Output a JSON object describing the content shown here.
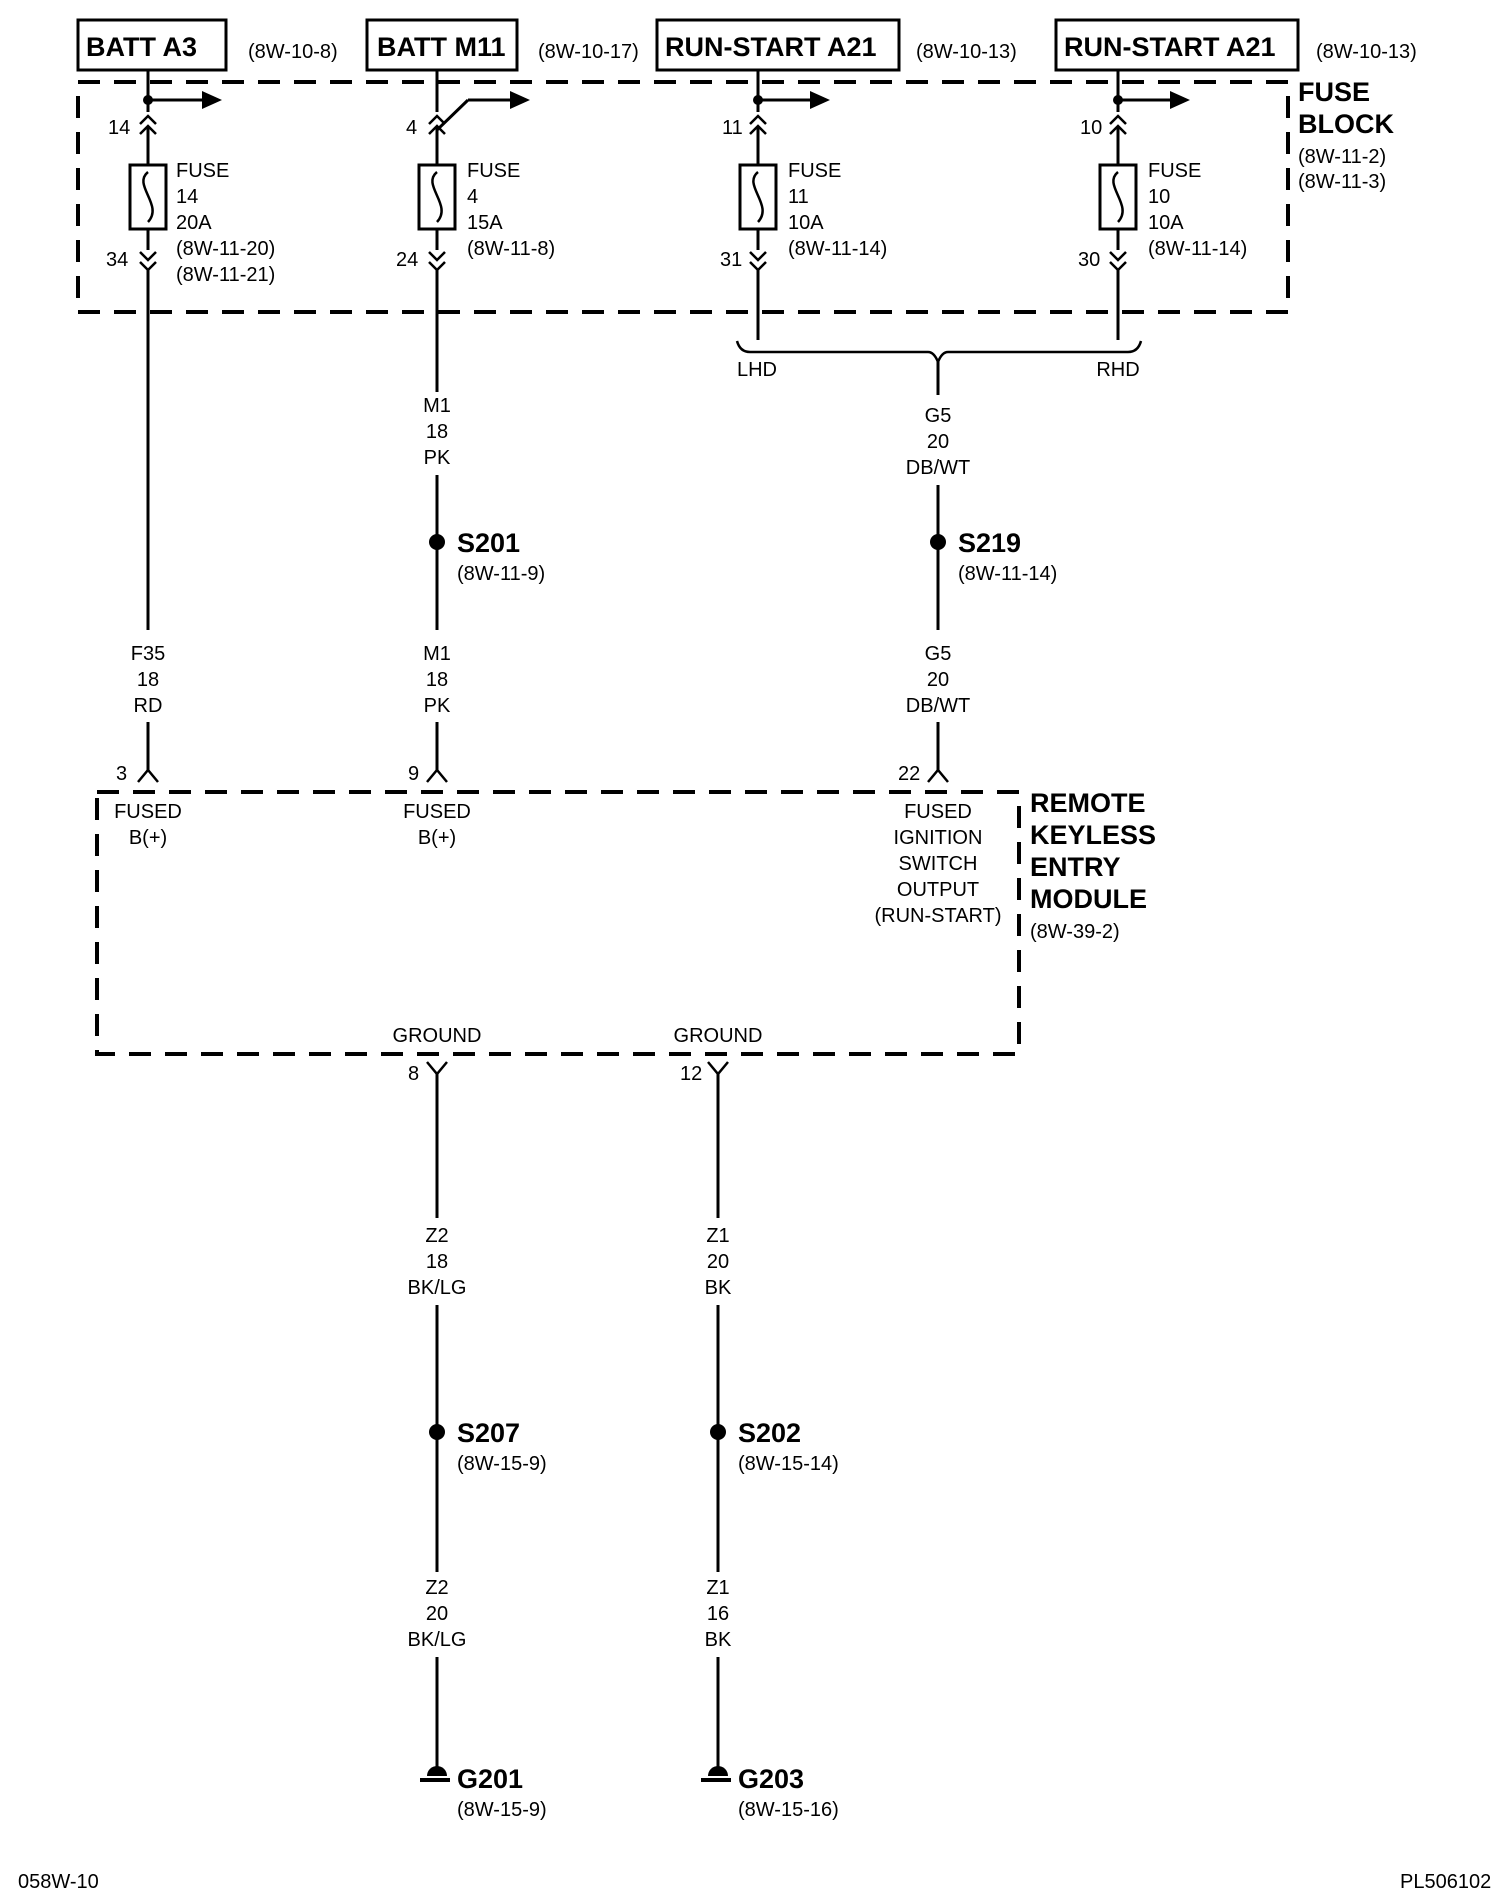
{
  "sources": [
    {
      "name": "BATT A3",
      "ref": "(8W-10-8)"
    },
    {
      "name": "BATT M11",
      "ref": "(8W-10-17)"
    },
    {
      "name": "RUN-START A21",
      "ref": "(8W-10-13)"
    },
    {
      "name": "RUN-START A21",
      "ref": "(8W-10-13)"
    }
  ],
  "fuse_block": {
    "title_1": "FUSE",
    "title_2": "BLOCK",
    "ref_1": "(8W-11-2)",
    "ref_2": "(8W-11-3)",
    "fuses": [
      {
        "pin_in": "14",
        "pin_out": "34",
        "label": "FUSE",
        "number": "14",
        "rating": "20A",
        "ref_1": "(8W-11-20)",
        "ref_2": "(8W-11-21)"
      },
      {
        "pin_in": "4",
        "pin_out": "24",
        "label": "FUSE",
        "number": "4",
        "rating": "15A",
        "ref_1": "(8W-11-8)",
        "ref_2": ""
      },
      {
        "pin_in": "11",
        "pin_out": "31",
        "label": "FUSE",
        "number": "11",
        "rating": "10A",
        "ref_1": "(8W-11-14)",
        "ref_2": ""
      },
      {
        "pin_in": "10",
        "pin_out": "30",
        "label": "FUSE",
        "number": "10",
        "rating": "10A",
        "ref_1": "(8W-11-14)",
        "ref_2": ""
      }
    ]
  },
  "options": {
    "lhd": "LHD",
    "rhd": "RHD"
  },
  "wires": {
    "f35": {
      "circuit": "F35",
      "gauge": "18",
      "color": "RD"
    },
    "m1_upper": {
      "circuit": "M1",
      "gauge": "18",
      "color": "PK"
    },
    "m1_lower": {
      "circuit": "M1",
      "gauge": "18",
      "color": "PK"
    },
    "g5_upper": {
      "circuit": "G5",
      "gauge": "20",
      "color": "DB/WT"
    },
    "g5_lower": {
      "circuit": "G5",
      "gauge": "20",
      "color": "DB/WT"
    },
    "z2_upper": {
      "circuit": "Z2",
      "gauge": "18",
      "color": "BK/LG"
    },
    "z2_lower": {
      "circuit": "Z2",
      "gauge": "20",
      "color": "BK/LG"
    },
    "z1_upper": {
      "circuit": "Z1",
      "gauge": "20",
      "color": "BK"
    },
    "z1_lower": {
      "circuit": "Z1",
      "gauge": "16",
      "color": "BK"
    }
  },
  "splices": {
    "s201": {
      "name": "S201",
      "ref": "(8W-11-9)"
    },
    "s219": {
      "name": "S219",
      "ref": "(8W-11-14)"
    },
    "s207": {
      "name": "S207",
      "ref": "(8W-15-9)"
    },
    "s202": {
      "name": "S202",
      "ref": "(8W-15-14)"
    }
  },
  "module": {
    "title_1": "REMOTE",
    "title_2": "KEYLESS",
    "title_3": "ENTRY",
    "title_4": "MODULE",
    "ref": "(8W-39-2)",
    "pins": {
      "p3": {
        "num": "3",
        "line_1": "FUSED",
        "line_2": "B(+)"
      },
      "p9": {
        "num": "9",
        "line_1": "FUSED",
        "line_2": "B(+)"
      },
      "p22": {
        "num": "22",
        "line_1": "FUSED",
        "line_2": "IGNITION",
        "line_3": "SWITCH",
        "line_4": "OUTPUT",
        "line_5": "(RUN-START)"
      },
      "p8": {
        "num": "8",
        "label": "GROUND"
      },
      "p12": {
        "num": "12",
        "label": "GROUND"
      }
    }
  },
  "grounds": {
    "g201": {
      "name": "G201",
      "ref": "(8W-15-9)"
    },
    "g203": {
      "name": "G203",
      "ref": "(8W-15-16)"
    }
  },
  "footer": {
    "left": "058W-10",
    "right": "PL506102"
  }
}
